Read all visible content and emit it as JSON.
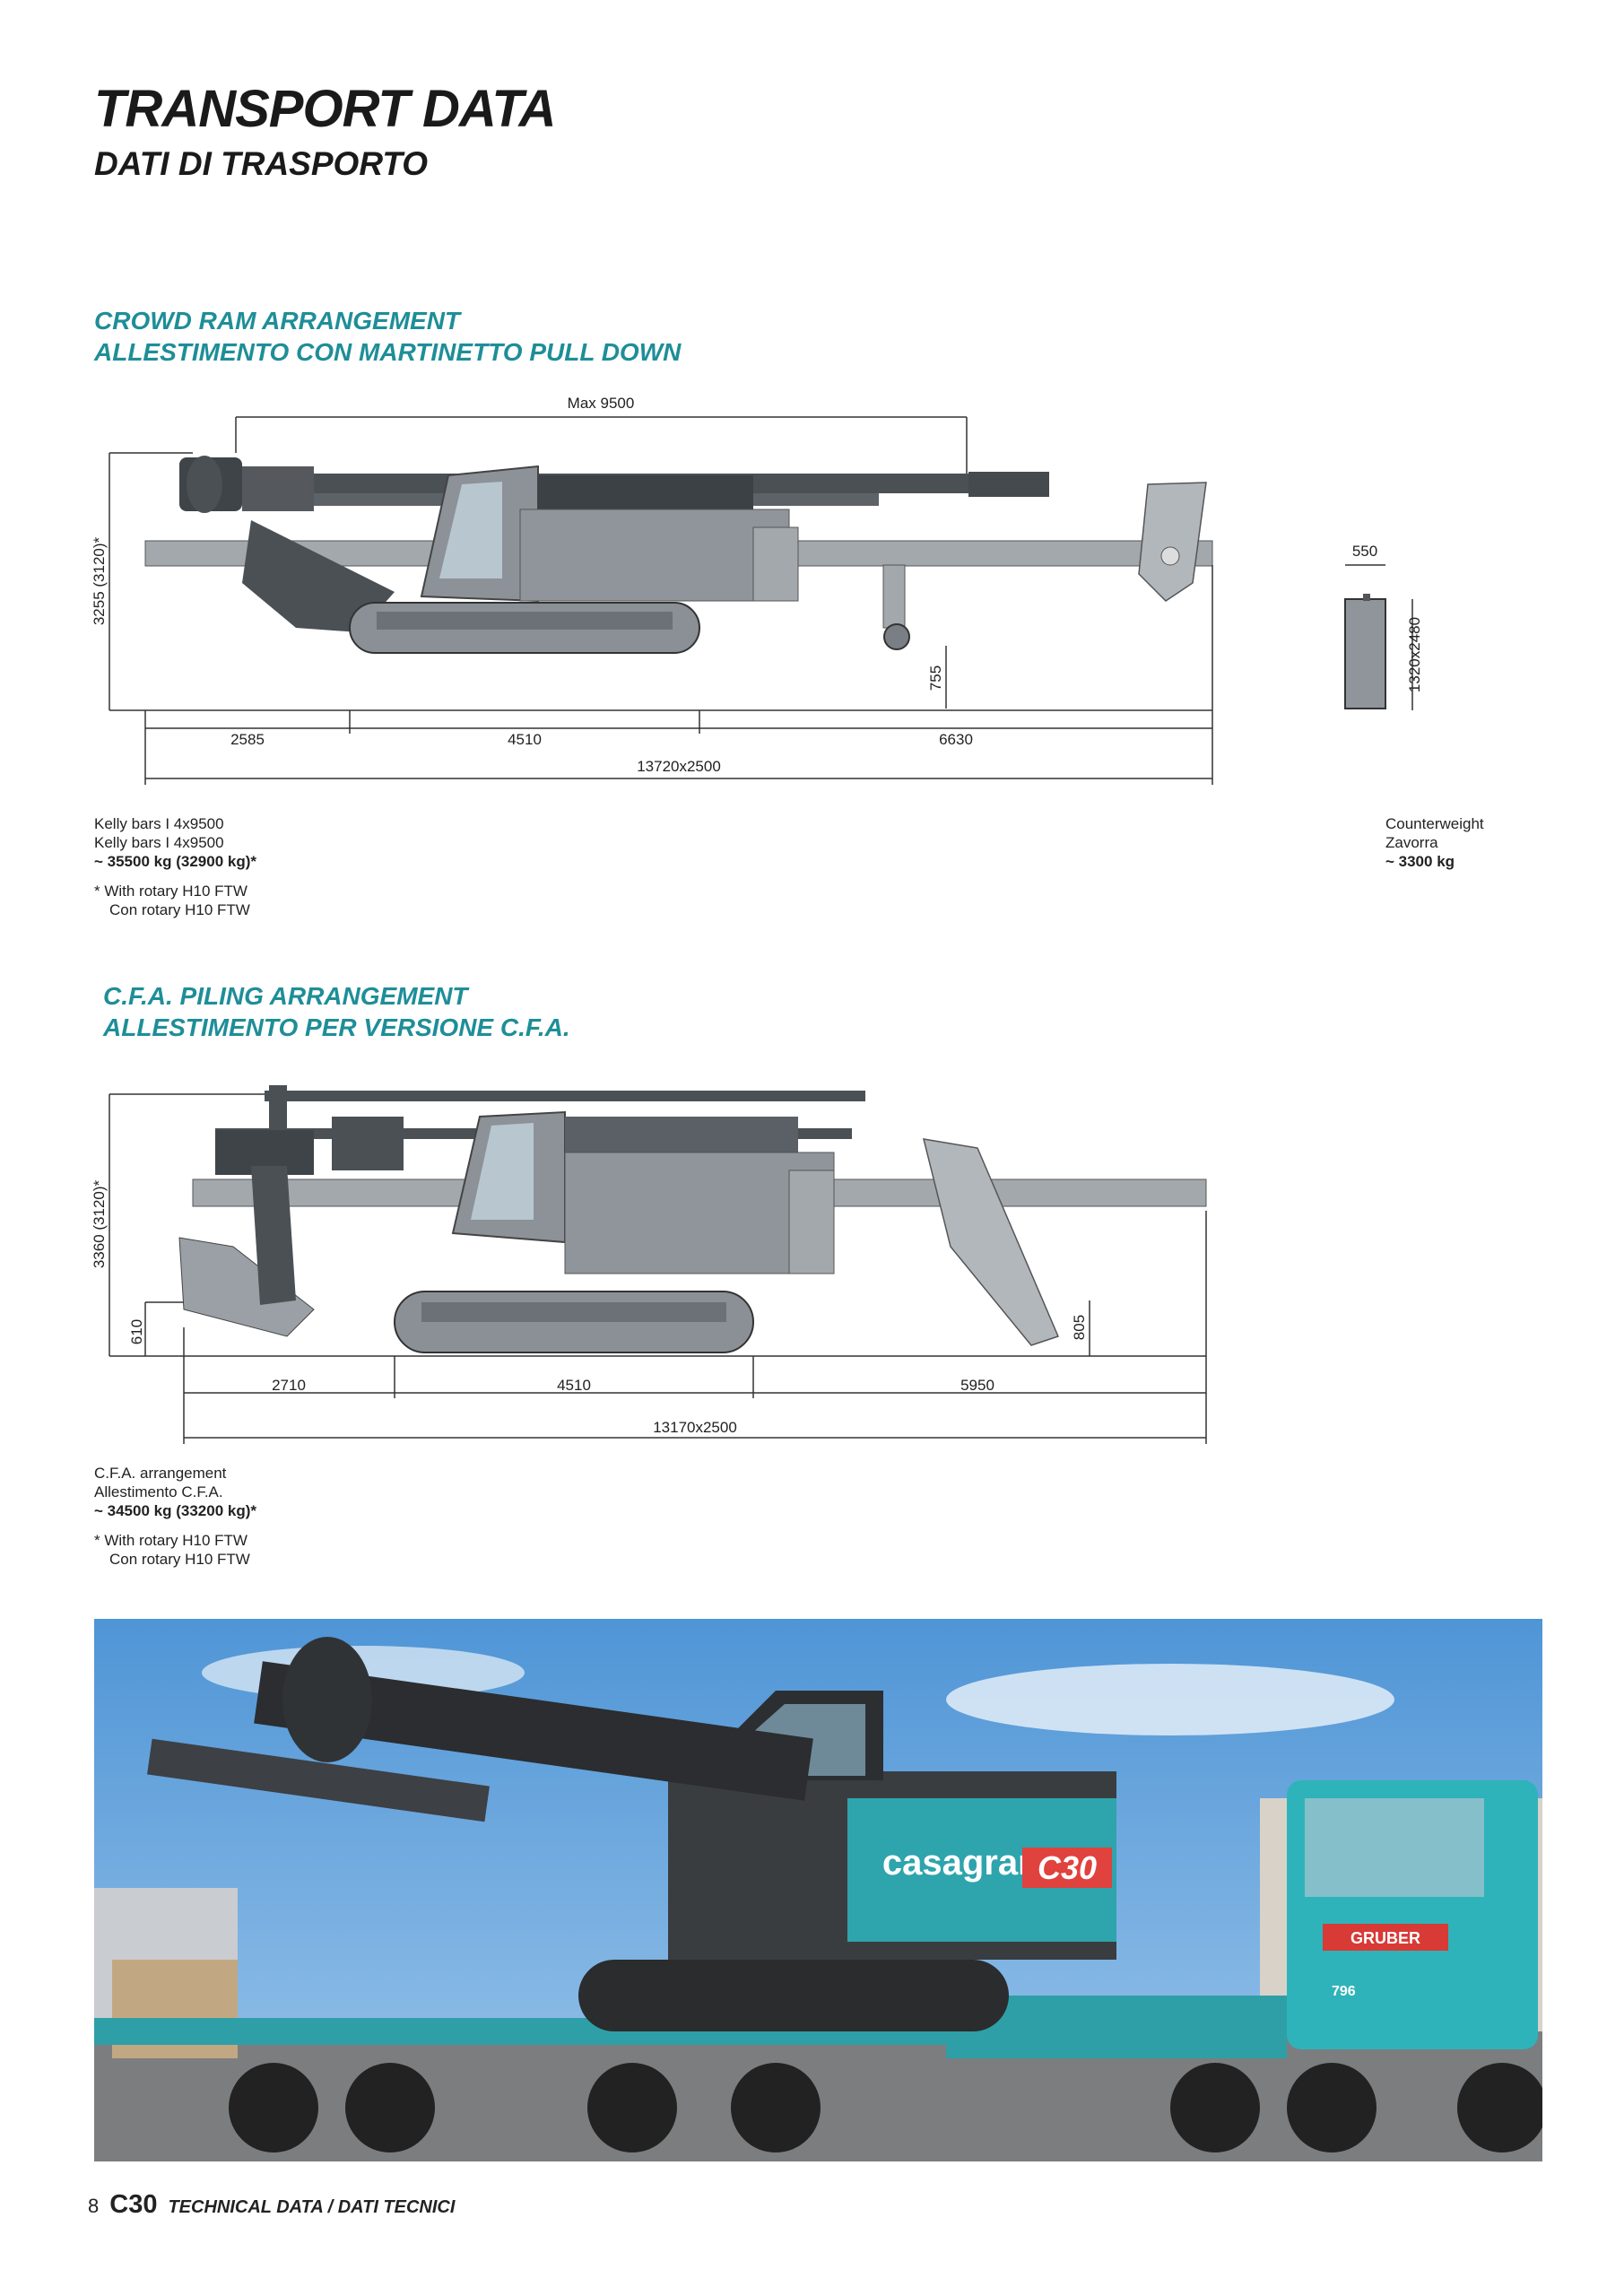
{
  "title": "TRANSPORT DATA",
  "subtitle": "DATI DI TRASPORTO",
  "section1": {
    "title_en": "CROWD RAM ARRANGEMENT",
    "title_it": "ALLESTIMENTO CON MARTINETTO PULL DOWN",
    "dims": {
      "max": "Max 9500",
      "height": "3255 (3120)*",
      "wheel": "755",
      "len_a": "2585",
      "len_b": "4510",
      "len_c": "6630",
      "total": "13720x2500"
    },
    "notes": [
      "Kelly bars I 4x9500",
      "Kelly bars I 4x9500"
    ],
    "weight": "~ 35500 kg (32900 kg)*",
    "footnote": [
      "* With rotary H10 FTW",
      "Con rotary H10 FTW"
    ]
  },
  "counterweight": {
    "width": "550",
    "dims": "1320x2480",
    "label_en": "Counterweight",
    "label_it": "Zavorra",
    "weight": "~ 3300 kg"
  },
  "section2": {
    "title_en": "C.F.A. PILING ARRANGEMENT",
    "title_it": "ALLESTIMENTO PER VERSIONE C.F.A.",
    "dims": {
      "height": "3360 (3120)*",
      "ground": "610",
      "right": "805",
      "len_a": "2710",
      "len_b": "4510",
      "len_c": "5950",
      "total": "13170x2500"
    },
    "notes": [
      "C.F.A. arrangement",
      "Allestimento C.F.A."
    ],
    "weight": "~ 34500 kg (33200 kg)*",
    "footnote": [
      "* With rotary H10 FTW",
      "Con rotary H10 FTW"
    ]
  },
  "photo": {
    "brand": "casagrande",
    "model_mark": "C30",
    "truck_brand": "GRUBER",
    "truck_number": "796"
  },
  "footer": {
    "page": "8",
    "model": "C30",
    "text": "TECHNICAL DATA / DATI TECNICI"
  },
  "colors": {
    "teal": "#1e8e98",
    "machine_dark": "#4b5055",
    "machine_light": "#9aa0a6",
    "sky": "#6aa8dc"
  }
}
